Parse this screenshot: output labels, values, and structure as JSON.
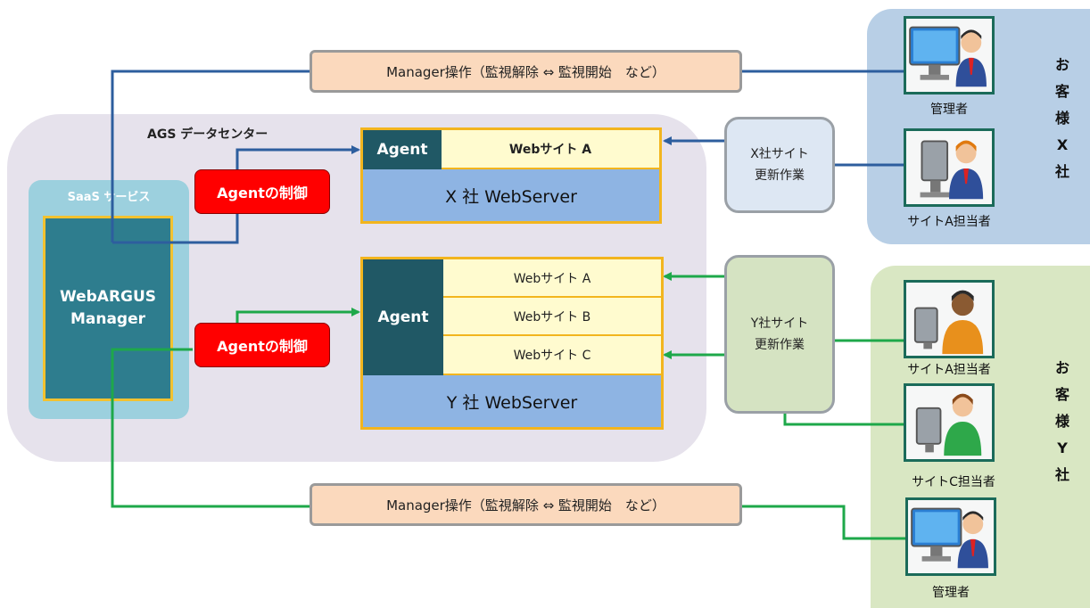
{
  "datacenter": {
    "title": "AGS データセンター"
  },
  "saas": {
    "title": "SaaS サービス",
    "manager": "WebARGUS\nManager"
  },
  "agent_control": {
    "label": "Agentの制御"
  },
  "manager_ops": {
    "label": "Manager操作（監視解除 ⇔ 監視開始　など）"
  },
  "x_company": {
    "agent": "Agent",
    "sites": [
      "Webサイト A"
    ],
    "server": "X 社 WebServer",
    "update": "X社サイト\n更新作業",
    "customer_label": [
      "お",
      "客",
      "様",
      "X",
      "社"
    ],
    "people": [
      "管理者",
      "サイトA担当者"
    ]
  },
  "y_company": {
    "agent": "Agent",
    "sites": [
      "Webサイト A",
      "Webサイト B",
      "Webサイト C"
    ],
    "server": "Y 社 WebServer",
    "update": "Y社サイト\n更新作業",
    "customer_label": [
      "お",
      "客",
      "様",
      "Y",
      "社"
    ],
    "people": [
      "サイトA担当者",
      "サイトC担当者",
      "管理者"
    ]
  },
  "colors": {
    "blue_line": "#2d5e9e",
    "green_line": "#1ea84a",
    "control_red": "#ff0000",
    "agent_teal": "#205865"
  },
  "icons": [
    "computer-admin-icon",
    "computer-operator-icon"
  ]
}
